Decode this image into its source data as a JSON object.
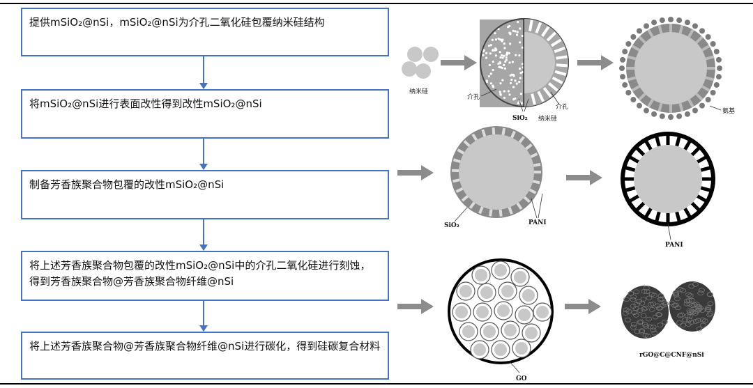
{
  "steps": [
    "提供mSiO₂@nSi，mSiO₂@nSi为介孔二氧化硅包覆纳米硅结构",
    "将mSiO₂@nSi进行表面改性得到改性mSiO₂@nSi",
    "制备芳香族聚合物包覆的改性mSiO₂@nSi",
    "将上述芳香族聚合物包覆的改性mSiO₂@nSi中的介孔二氧化硅进行刻蚀，得到芳香族聚合物@芳香族聚合物纤维@nSi",
    "将上述芳香族聚合物@芳香族聚合物纤维@nSi进行碳化，得到硅碳复合材料"
  ],
  "labels": {
    "nano_si": "纳米硅",
    "mesopore_left": "介孔",
    "sio2_row1": "SiO₂",
    "mesopore_right": "介孔",
    "nano_si_2": "纳米硅",
    "amino": "氨基",
    "sio2_row2": "SiO₂",
    "pani_row2": "PANI",
    "pani_row2b": "PANI",
    "go": "GO",
    "product": "rGO@C@CNF@nSi"
  },
  "colors": {
    "box_border": "#4472c4",
    "arrow_grey": "#8c8c8c",
    "particle_grey": "#c8c8c8"
  }
}
